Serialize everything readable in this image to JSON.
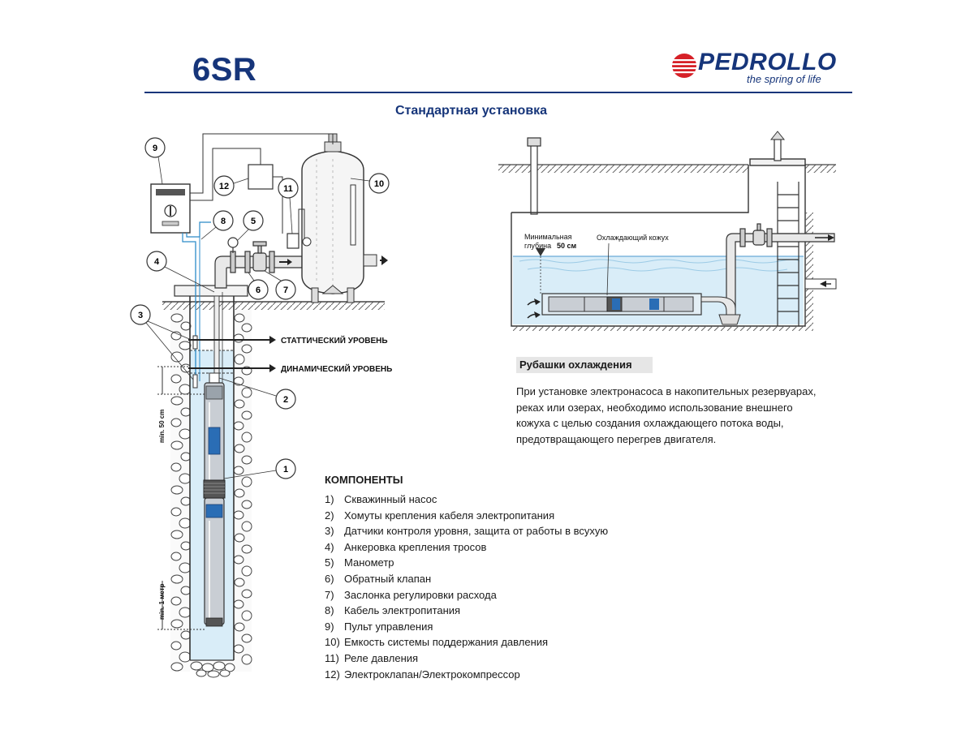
{
  "header": {
    "model": "6SR",
    "brand": "PEDROLLO",
    "tagline": "the spring of life",
    "brand_color": "#16357a",
    "accent_color": "#d62027"
  },
  "subtitle": "Стандартная установка",
  "well_diagram": {
    "static_level": "СТАТТИЧЕСКИЙ УРОВЕНЬ",
    "dynamic_level": "ДИНАМИЧЕСКИЙ УРОВЕНЬ",
    "min_50": "min. 50 cm",
    "min_1m": "min. 1 метр",
    "callouts": [
      "1",
      "2",
      "3",
      "4",
      "5",
      "6",
      "7",
      "8",
      "9",
      "10",
      "11",
      "12"
    ]
  },
  "tank_diagram": {
    "min_depth_line1": "Минимальная",
    "min_depth_line2": "глубина",
    "min_depth_value": "50 см",
    "cooling_jacket": "Охлаждающий кожух"
  },
  "cooling": {
    "heading": "Рубашки охлаждения",
    "lines": [
      "При установке электронасоса в накопительных резервуарах,",
      "реках или  озерах,  необходимо использование  внешнего",
      "кожуха с целью создания охлаждающего потока воды,",
      "предотвращающего перегрев двигателя."
    ]
  },
  "components": {
    "heading": "КОМПОНЕНТЫ",
    "items": [
      {
        "num": "1)",
        "label": "Скважинный насос"
      },
      {
        "num": "2)",
        "label": "Хомуты крепления кабеля электропитания"
      },
      {
        "num": "3)",
        "label": "Датчики контроля уровня, защита от работы в всухую"
      },
      {
        "num": "4)",
        "label": "Анкеровка крепления тросов"
      },
      {
        "num": "5)",
        "label": "Манометр"
      },
      {
        "num": "6)",
        "label": "Обратный клапан"
      },
      {
        "num": "7)",
        "label": "Заслонка регулировки расхода"
      },
      {
        "num": "8)",
        "label": "Кабель электропитания"
      },
      {
        "num": "9)",
        "label": "Пульт управления"
      },
      {
        "num": "10)",
        "label": "Емкость системы поддержания давления"
      },
      {
        "num": "11)",
        "label": "Реле давления"
      },
      {
        "num": "12)",
        "label": "Электроклапан/Электрокомпрессор"
      }
    ]
  }
}
